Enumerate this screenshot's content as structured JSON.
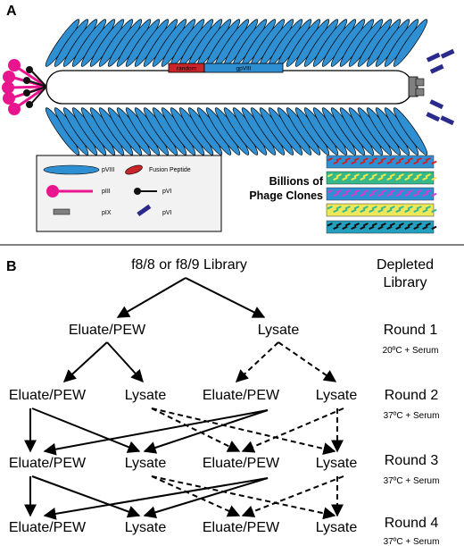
{
  "panel_a": {
    "label": "A",
    "insert_labels": {
      "random": "random",
      "gpviii": "gpVIII"
    },
    "legend": {
      "pviii": "pVIII",
      "fusion": "Fusion Peptide",
      "piii": "pIII",
      "pvi_black": "pVI",
      "pix": "pIX",
      "pvi_blue": "pVI"
    },
    "clones_text_1": "Billions of",
    "clones_text_2": "Phage Clones",
    "colors": {
      "pviii": "#2f8fd3",
      "fusion": "#c8252b",
      "piii": "#e8158f",
      "pvi_black": "#111111",
      "pix": "#808080",
      "pvi_blue": "#2a2a8c"
    }
  },
  "panel_b": {
    "label": "B",
    "library": "f8/8 or f8/9 Library",
    "depleted_1": "Depleted",
    "depleted_2": "Library",
    "round1": {
      "name": "Round 1",
      "cond": "20ºC + Serum",
      "eluate": "Eluate/PEW",
      "lysate": "Lysate"
    },
    "round2": {
      "name": "Round 2",
      "cond": "37ºC + Serum",
      "n1": "Eluate/PEW",
      "n2": "Lysate",
      "n3": "Eluate/PEW",
      "n4": "Lysate"
    },
    "round3": {
      "name": "Round 3",
      "cond": "37ºC + Serum",
      "n1": "Eluate/PEW",
      "n2": "Lysate",
      "n3": "Eluate/PEW",
      "n4": "Lysate"
    },
    "round4": {
      "name": "Round 4",
      "cond": "37ºC + Serum",
      "n1": "Eluate/PEW",
      "n2": "Lysate",
      "n3": "Eluate/PEW",
      "n4": "Lysate"
    }
  }
}
